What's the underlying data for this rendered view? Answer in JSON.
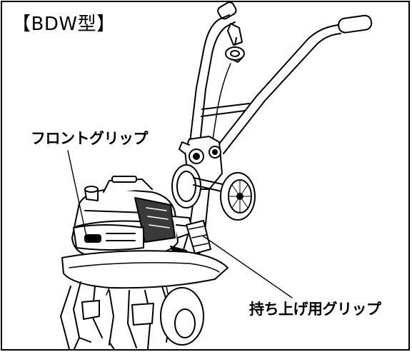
{
  "figure": {
    "model_title": "【BDW型】",
    "callouts": {
      "front_grip": "フロントグリップ",
      "lift_grip": "持ち上げ用グリップ"
    }
  },
  "colors": {
    "ink": "#000000",
    "paper": "#ffffff",
    "shade": "#3a3a3a"
  }
}
